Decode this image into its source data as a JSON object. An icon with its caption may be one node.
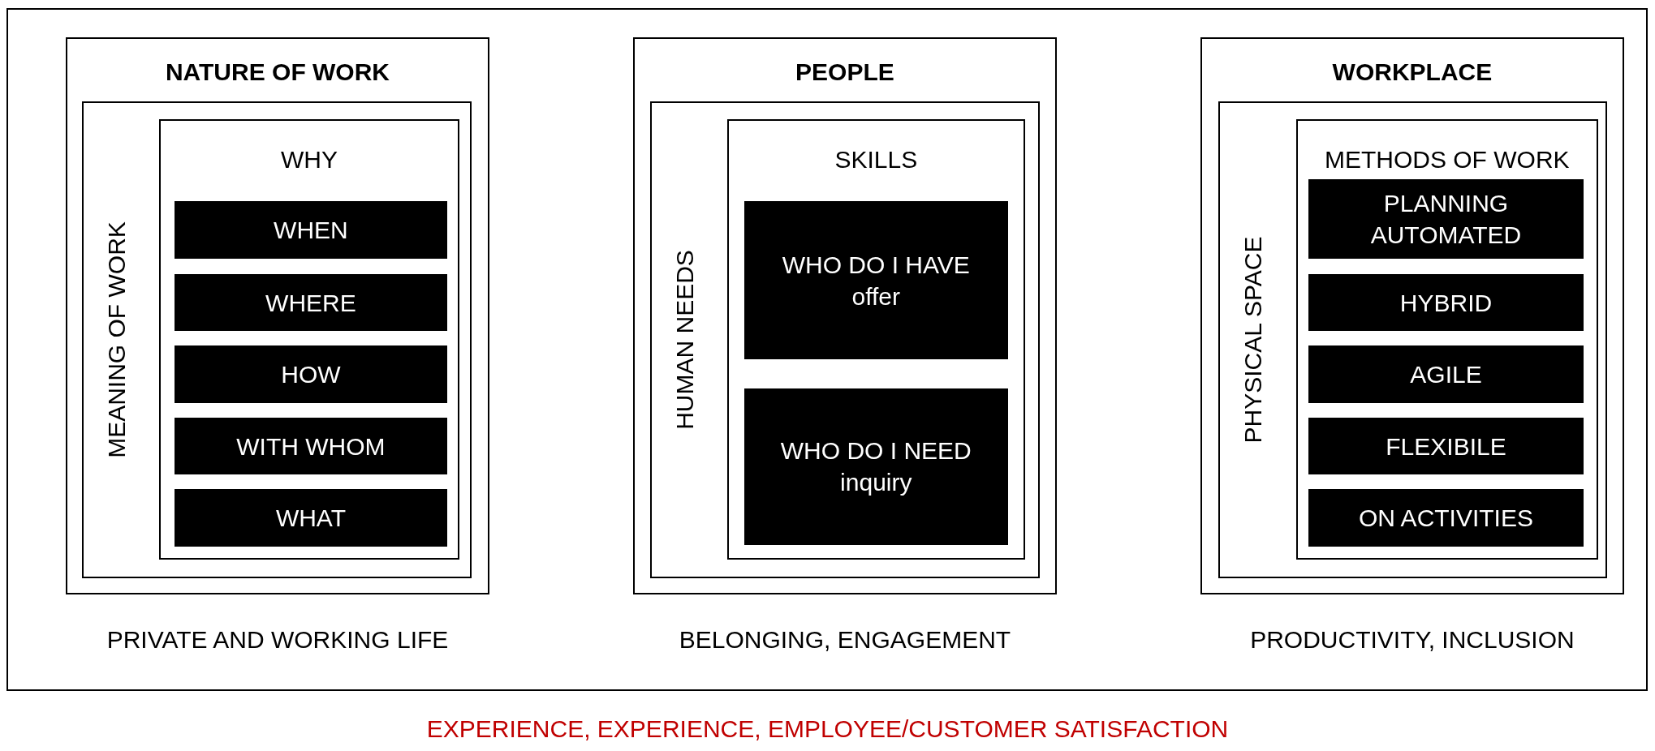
{
  "diagram": {
    "caption": "EXPERIENCE, EXPERIENCE, EMPLOYEE/CUSTOMER SATISFACTION",
    "nodes": [
      {
        "text": [],
        "shape": "box"
      },
      {
        "text": [
          "NATURE OF WORK"
        ],
        "in": 0,
        "beside": [
          "PRIVATE AND WORKING LIFE"
        ]
      },
      {
        "text": [
          "MEANING OF WORK"
        ],
        "in": 1
      },
      {
        "text": [
          "WHY"
        ],
        "in": 2
      },
      {
        "text": [
          "WHEN"
        ],
        "in": 3
      },
      {
        "text": [
          "WHERE"
        ],
        "in": 3
      },
      {
        "text": [
          "HOW"
        ],
        "in": 3
      },
      {
        "text": [
          "WITH WHOM"
        ],
        "in": 3
      },
      {
        "text": [
          "WHAT"
        ],
        "in": 3
      },
      {
        "text": [
          "PEOPLE"
        ],
        "in": 0,
        "beside": [
          "BELONGING, ENGAGEMENT"
        ]
      },
      {
        "text": [
          "HUMAN NEEDS"
        ],
        "in": 9
      },
      {
        "text": [
          "SKILLS"
        ],
        "in": 10
      },
      {
        "text": [
          "WHO DO I HAVE",
          "offer"
        ],
        "in": 11
      },
      {
        "text": [
          "WHO DO I NEED",
          "inquiry"
        ],
        "in": 11
      },
      {
        "text": [
          "WORKPLACE"
        ],
        "in": 0,
        "beside": [
          "PRODUCTIVITY, INCLUSION"
        ]
      },
      {
        "text": [
          "PHYSICAL SPACE"
        ],
        "in": 14
      },
      {
        "text": [
          "METHODS OF WORK"
        ],
        "in": 15
      },
      {
        "text": [
          "PLANNING AUTOMATED"
        ],
        "in": 16
      },
      {
        "text": [
          "HYBRID"
        ],
        "in": 16
      },
      {
        "text": [
          "AGILE"
        ],
        "in": 16
      },
      {
        "text": [
          "FLEXIBILE"
        ],
        "in": 16
      },
      {
        "text": [
          "ON ACTIVITIES"
        ],
        "in": 16
      }
    ]
  }
}
